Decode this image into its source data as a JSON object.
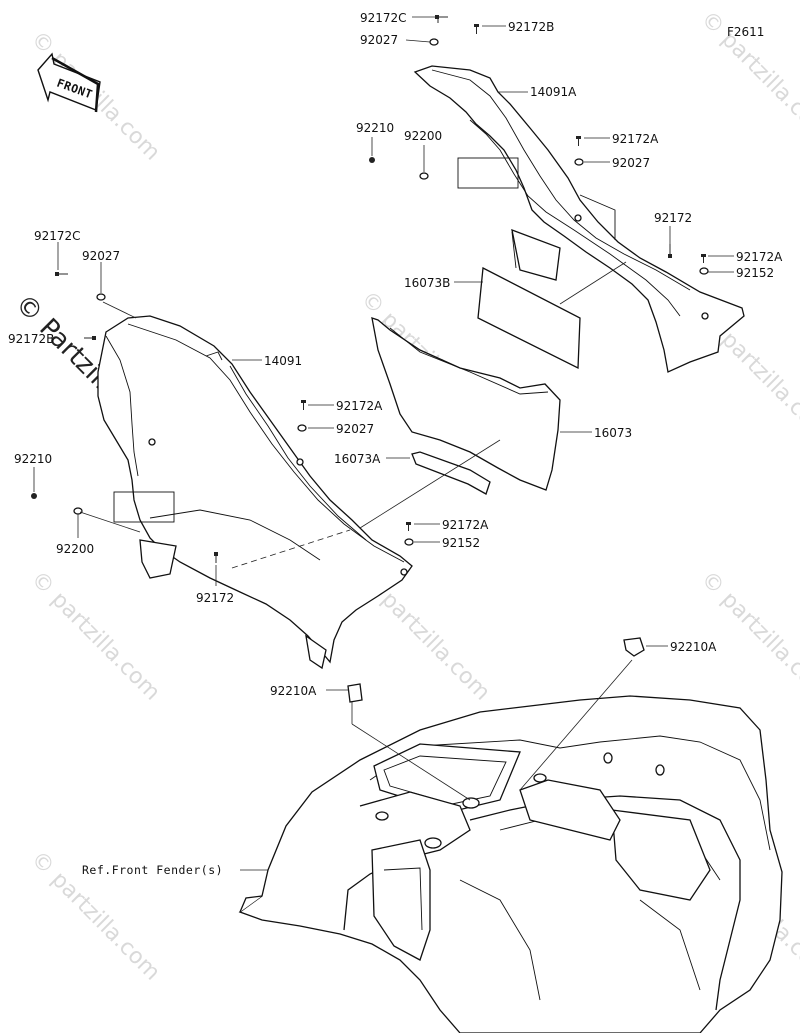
{
  "diagram": {
    "code": "F2611",
    "front_label": "FRONT",
    "ref_label": "Ref.Front Fender(s)",
    "watermark": "© Partzilla.com",
    "watermark_short": "© partzilla.com"
  },
  "callouts": {
    "c92172C_top": "92172C",
    "c92172B_top": "92172B",
    "c92027_top": "92027",
    "c14091A": "14091A",
    "c92210_top": "92210",
    "c92200_top": "92200",
    "c92172A_r1": "92172A",
    "c92027_r": "92027",
    "c92172_r": "92172",
    "c92172A_r2": "92172A",
    "c92152_r": "92152",
    "c16073B": "16073B",
    "c92172C_left": "92172C",
    "c92027_left": "92027",
    "c92172B_left": "92172B",
    "c14091": "14091",
    "c92172A_mid": "92172A",
    "c92027_mid": "92027",
    "c16073": "16073",
    "c16073A": "16073A",
    "c92210_left": "92210",
    "c92200_left": "92200",
    "c92172_left": "92172",
    "c92172A_low": "92172A",
    "c92152_low": "92152",
    "c92210A_right": "92210A",
    "c92210A_left": "92210A"
  }
}
